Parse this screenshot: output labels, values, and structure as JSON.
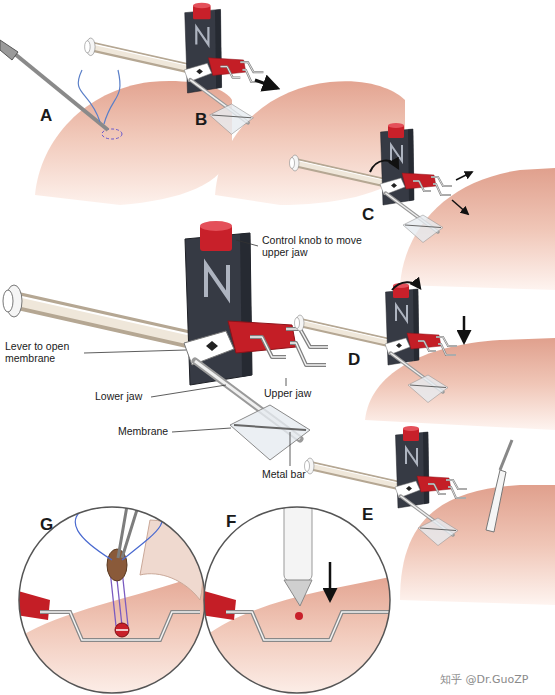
{
  "diagram": {
    "labels": [
      "A",
      "B",
      "C",
      "Control knob to move upper jaw",
      "Lever to open membrane",
      "Upper jaw",
      "Lower jaw",
      "Membrane",
      "Metal bar",
      "D",
      "E",
      "G",
      "F",
      "知乎 @Dr.GuoZP"
    ]
  }
}
